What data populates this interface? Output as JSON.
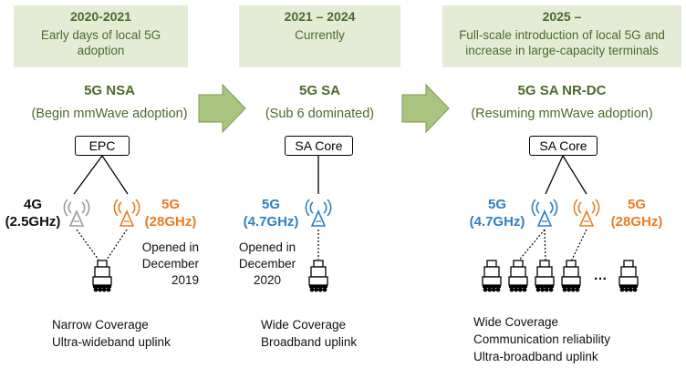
{
  "phases": [
    {
      "period": "2020-2021",
      "description": "Early days of local 5G adoption",
      "architecture": "5G NSA",
      "subtitle": "(Begin mmWave adoption)",
      "core": "EPC",
      "antennas": [
        {
          "band": "4G",
          "freq": "(2.5GHz)"
        },
        {
          "band": "5G",
          "freq": "(28GHz)"
        }
      ],
      "note": "Opened in December 2019",
      "coverage": [
        "Narrow Coverage",
        "Ultra-wideband uplink"
      ]
    },
    {
      "period": "2021 – 2024",
      "description": "Currently",
      "architecture": "5G SA",
      "subtitle": "(Sub 6 dominated)",
      "core": "SA Core",
      "antennas": [
        {
          "band": "5G",
          "freq": "(4.7GHz)"
        }
      ],
      "note": "Opened in December 2020",
      "coverage": [
        "Wide Coverage",
        "Broadband uplink"
      ]
    },
    {
      "period": "2025 –",
      "description": "Full-scale introduction of local 5G and increase in large-capacity terminals",
      "architecture": "5G SA NR-DC",
      "subtitle": "(Resuming mmWave adoption)",
      "core": "SA Core",
      "antennas": [
        {
          "band": "5G",
          "freq": "(4.7GHz)"
        },
        {
          "band": "5G",
          "freq": "(28GHz)"
        }
      ],
      "ellipsis": "…",
      "coverage": [
        "Wide Coverage",
        "Communication reliability",
        "Ultra-broadband uplink"
      ]
    }
  ],
  "colors": {
    "header_bg": "#e4ecd6",
    "header_text": "#4c6a2b",
    "arrow": "#a9c47f",
    "band_4g": "#9a9a9a",
    "band_sub6": "#2e7fc4",
    "band_mmwave": "#ec7d22"
  }
}
